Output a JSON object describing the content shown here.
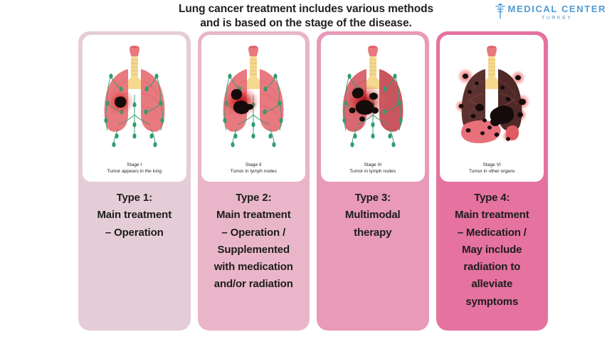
{
  "header": {
    "headline_line1": "Lung cancer treatment includes various methods",
    "headline_line2": "and is based on the stage of the disease."
  },
  "logo": {
    "icon": "caduceus-icon",
    "main": "MEDICAL CENTER",
    "sub": "TURKEY",
    "color_main": "#4e9bd4",
    "color_sub": "#8fb8d6"
  },
  "colors": {
    "card1": "#e5cdd8",
    "card2": "#e9b6c9",
    "card3": "#e89ab8",
    "card4": "#e5729f",
    "panel": "#ffffff",
    "text": "#1d1d1b",
    "lung_light": "#e8797f",
    "lung_dark": "#5c3230",
    "lymph_green": "#2f9e6e",
    "trachea": "#f5d98f",
    "tumor": "#150b0b",
    "liver": "#e8707a"
  },
  "cards": [
    {
      "illustration": "lungs-stage-1-illustration",
      "stage_name": "Stage I",
      "stage_desc": "Tumor appears in the lung",
      "type_lines": [
        "Type 1:",
        "Main treatment",
        "– Operation"
      ],
      "bg": "#e5cdd8"
    },
    {
      "illustration": "lungs-stage-2-illustration",
      "stage_name": "Stage II",
      "stage_desc": "Tumor in lymph nodes",
      "type_lines": [
        "Type 2:",
        "Main treatment",
        "– Operation /",
        "Supplemented",
        "with medication",
        "and/or radiation"
      ],
      "bg": "#e9b6c9"
    },
    {
      "illustration": "lungs-stage-3-illustration",
      "stage_name": "Stage III",
      "stage_desc": "Tumor in lymph nodes",
      "type_lines": [
        "Type 3:",
        "Multimodal",
        "therapy"
      ],
      "bg": "#e89ab8"
    },
    {
      "illustration": "lungs-stage-4-illustration",
      "stage_name": "Stage VI",
      "stage_desc": "Tumor in other organs",
      "type_lines": [
        "Type 4:",
        "Main treatment",
        "– Medication /",
        "May include",
        "radiation to",
        "alleviate",
        "symptoms"
      ],
      "bg": "#e5729f"
    }
  ]
}
